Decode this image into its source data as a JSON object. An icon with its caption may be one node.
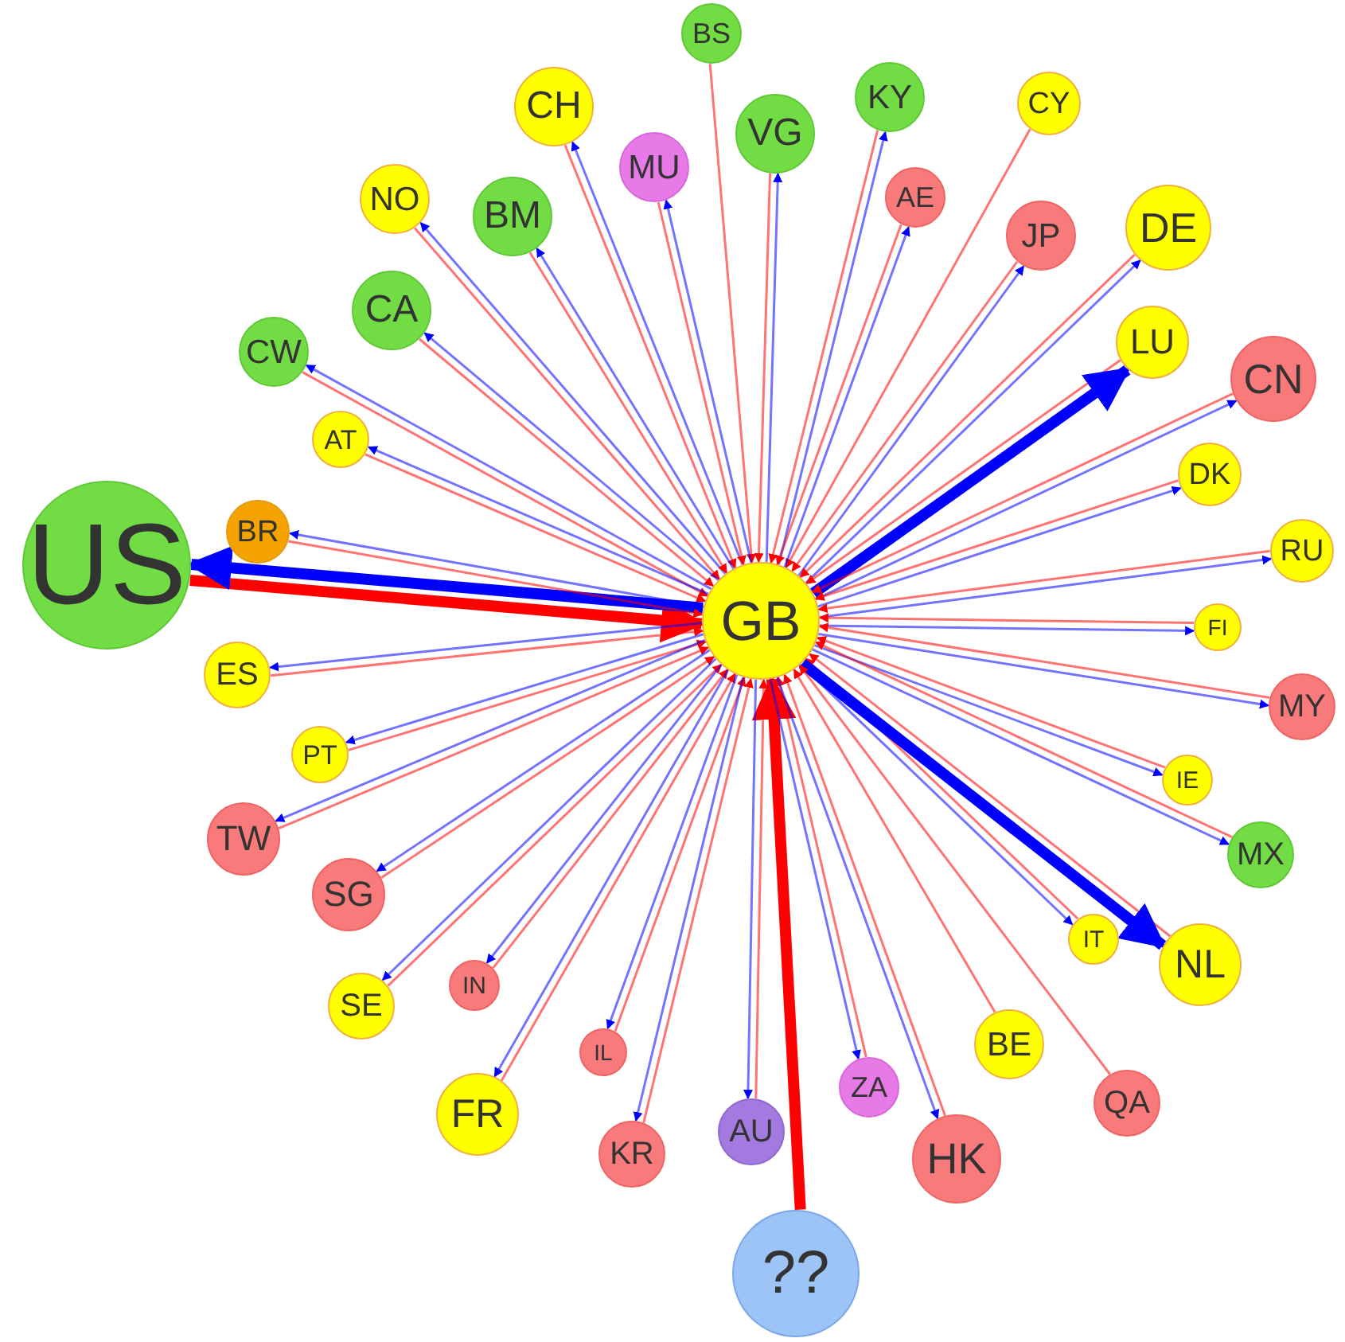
{
  "diagram": {
    "nodes": [
      {
        "text": [
          "GB"
        ]
      },
      {
        "text": [
          "US"
        ]
      },
      {
        "text": [
          "??"
        ]
      },
      {
        "text": [
          "BS"
        ]
      },
      {
        "text": [
          "CH"
        ]
      },
      {
        "text": [
          "VG"
        ]
      },
      {
        "text": [
          "KY"
        ]
      },
      {
        "text": [
          "CY"
        ]
      },
      {
        "text": [
          "MU"
        ]
      },
      {
        "text": [
          "AE"
        ]
      },
      {
        "text": [
          "NO"
        ]
      },
      {
        "text": [
          "BM"
        ]
      },
      {
        "text": [
          "JP"
        ]
      },
      {
        "text": [
          "DE"
        ]
      },
      {
        "text": [
          "CA"
        ]
      },
      {
        "text": [
          "CW"
        ]
      },
      {
        "text": [
          "LU"
        ]
      },
      {
        "text": [
          "CN"
        ]
      },
      {
        "text": [
          "AT"
        ]
      },
      {
        "text": [
          "DK"
        ]
      },
      {
        "text": [
          "BR"
        ]
      },
      {
        "text": [
          "RU"
        ]
      },
      {
        "text": [
          "FI"
        ]
      },
      {
        "text": [
          "ES"
        ]
      },
      {
        "text": [
          "MY"
        ]
      },
      {
        "text": [
          "PT"
        ]
      },
      {
        "text": [
          "IE"
        ]
      },
      {
        "text": [
          "TW"
        ]
      },
      {
        "text": [
          "MX"
        ]
      },
      {
        "text": [
          "SG"
        ]
      },
      {
        "text": [
          "IT"
        ]
      },
      {
        "text": [
          "SE"
        ]
      },
      {
        "text": [
          "IN"
        ]
      },
      {
        "text": [
          "NL"
        ]
      },
      {
        "text": [
          "FR"
        ]
      },
      {
        "text": [
          "IL"
        ]
      },
      {
        "text": [
          "BE"
        ]
      },
      {
        "text": [
          "KR"
        ]
      },
      {
        "text": [
          "ZA"
        ]
      },
      {
        "text": [
          "AU"
        ]
      },
      {
        "text": [
          "HK"
        ]
      },
      {
        "text": [
          "QA"
        ]
      }
    ],
    "edges": [
      {
        "from": 1,
        "to": 0,
        "arrow": "to",
        "style": "thick",
        "color": "#ff0000"
      },
      {
        "from": 0,
        "to": 1,
        "arrow": "to",
        "style": "thick",
        "color": "#0000ff"
      },
      {
        "from": 2,
        "to": 0,
        "arrow": "to",
        "style": "thick",
        "color": "#ff0000"
      },
      {
        "from": 3,
        "to": 0,
        "arrow": "to",
        "color": "#ff0000"
      },
      {
        "from": 4,
        "to": 0,
        "arrow": "to",
        "color": "#ff0000"
      },
      {
        "from": 0,
        "to": 4,
        "arrow": "to",
        "color": "#0000ff"
      },
      {
        "from": 5,
        "to": 0,
        "arrow": "to",
        "color": "#ff0000"
      },
      {
        "from": 0,
        "to": 5,
        "arrow": "to",
        "color": "#0000ff"
      },
      {
        "from": 6,
        "to": 0,
        "arrow": "to",
        "color": "#ff0000"
      },
      {
        "from": 0,
        "to": 6,
        "arrow": "to",
        "color": "#0000ff"
      },
      {
        "from": 7,
        "to": 0,
        "arrow": "to",
        "color": "#ff0000"
      },
      {
        "from": 8,
        "to": 0,
        "arrow": "to",
        "color": "#ff0000"
      },
      {
        "from": 0,
        "to": 8,
        "arrow": "to",
        "color": "#0000ff"
      },
      {
        "from": 9,
        "to": 0,
        "arrow": "to",
        "color": "#ff0000"
      },
      {
        "from": 0,
        "to": 9,
        "arrow": "to",
        "color": "#0000ff"
      },
      {
        "from": 10,
        "to": 0,
        "arrow": "to",
        "color": "#ff0000"
      },
      {
        "from": 0,
        "to": 10,
        "arrow": "to",
        "color": "#0000ff"
      },
      {
        "from": 11,
        "to": 0,
        "arrow": "to",
        "color": "#ff0000"
      },
      {
        "from": 0,
        "to": 11,
        "arrow": "to",
        "color": "#0000ff"
      },
      {
        "from": 12,
        "to": 0,
        "arrow": "to",
        "color": "#ff0000"
      },
      {
        "from": 0,
        "to": 12,
        "arrow": "to",
        "color": "#0000ff"
      },
      {
        "from": 13,
        "to": 0,
        "arrow": "to",
        "color": "#ff0000"
      },
      {
        "from": 0,
        "to": 13,
        "arrow": "to",
        "color": "#0000ff"
      },
      {
        "from": 14,
        "to": 0,
        "arrow": "to",
        "color": "#ff0000"
      },
      {
        "from": 0,
        "to": 14,
        "arrow": "to",
        "color": "#0000ff"
      },
      {
        "from": 15,
        "to": 0,
        "arrow": "to",
        "color": "#ff0000"
      },
      {
        "from": 0,
        "to": 15,
        "arrow": "to",
        "color": "#0000ff"
      },
      {
        "from": 16,
        "to": 0,
        "arrow": "to",
        "color": "#ff0000"
      },
      {
        "from": 0,
        "to": 16,
        "arrow": "to",
        "style": "thick",
        "color": "#0000ff"
      },
      {
        "from": 17,
        "to": 0,
        "arrow": "to",
        "color": "#ff0000"
      },
      {
        "from": 0,
        "to": 17,
        "arrow": "to",
        "color": "#0000ff"
      },
      {
        "from": 18,
        "to": 0,
        "arrow": "to",
        "color": "#ff0000"
      },
      {
        "from": 0,
        "to": 18,
        "arrow": "to",
        "color": "#0000ff"
      },
      {
        "from": 19,
        "to": 0,
        "arrow": "to",
        "color": "#ff0000"
      },
      {
        "from": 0,
        "to": 19,
        "arrow": "to",
        "color": "#0000ff"
      },
      {
        "from": 20,
        "to": 0,
        "arrow": "to",
        "color": "#ff0000"
      },
      {
        "from": 0,
        "to": 20,
        "arrow": "to",
        "color": "#0000ff"
      },
      {
        "from": 21,
        "to": 0,
        "arrow": "to",
        "color": "#ff0000"
      },
      {
        "from": 0,
        "to": 21,
        "arrow": "to",
        "color": "#0000ff"
      },
      {
        "from": 22,
        "to": 0,
        "arrow": "to",
        "color": "#ff0000"
      },
      {
        "from": 0,
        "to": 22,
        "arrow": "to",
        "color": "#0000ff"
      },
      {
        "from": 23,
        "to": 0,
        "arrow": "to",
        "color": "#ff0000"
      },
      {
        "from": 0,
        "to": 23,
        "arrow": "to",
        "color": "#0000ff"
      },
      {
        "from": 24,
        "to": 0,
        "arrow": "to",
        "color": "#ff0000"
      },
      {
        "from": 0,
        "to": 24,
        "arrow": "to",
        "color": "#0000ff"
      },
      {
        "from": 25,
        "to": 0,
        "arrow": "to",
        "color": "#ff0000"
      },
      {
        "from": 0,
        "to": 25,
        "arrow": "to",
        "color": "#0000ff"
      },
      {
        "from": 26,
        "to": 0,
        "arrow": "to",
        "color": "#ff0000"
      },
      {
        "from": 0,
        "to": 26,
        "arrow": "to",
        "color": "#0000ff"
      },
      {
        "from": 27,
        "to": 0,
        "arrow": "to",
        "color": "#ff0000"
      },
      {
        "from": 0,
        "to": 27,
        "arrow": "to",
        "color": "#0000ff"
      },
      {
        "from": 28,
        "to": 0,
        "arrow": "to",
        "color": "#ff0000"
      },
      {
        "from": 0,
        "to": 28,
        "arrow": "to",
        "color": "#0000ff"
      },
      {
        "from": 29,
        "to": 0,
        "arrow": "to",
        "color": "#ff0000"
      },
      {
        "from": 0,
        "to": 29,
        "arrow": "to",
        "color": "#0000ff"
      },
      {
        "from": 30,
        "to": 0,
        "arrow": "to",
        "color": "#ff0000"
      },
      {
        "from": 0,
        "to": 30,
        "arrow": "to",
        "color": "#0000ff"
      },
      {
        "from": 31,
        "to": 0,
        "arrow": "to",
        "color": "#ff0000"
      },
      {
        "from": 0,
        "to": 31,
        "arrow": "to",
        "color": "#0000ff"
      },
      {
        "from": 32,
        "to": 0,
        "arrow": "to",
        "color": "#ff0000"
      },
      {
        "from": 0,
        "to": 32,
        "arrow": "to",
        "color": "#0000ff"
      },
      {
        "from": 33,
        "to": 0,
        "arrow": "to",
        "color": "#ff0000"
      },
      {
        "from": 0,
        "to": 33,
        "arrow": "to",
        "style": "thick",
        "color": "#0000ff"
      },
      {
        "from": 34,
        "to": 0,
        "arrow": "to",
        "color": "#ff0000"
      },
      {
        "from": 0,
        "to": 34,
        "arrow": "to",
        "color": "#0000ff"
      },
      {
        "from": 35,
        "to": 0,
        "arrow": "to",
        "color": "#ff0000"
      },
      {
        "from": 0,
        "to": 35,
        "arrow": "to",
        "color": "#0000ff"
      },
      {
        "from": 36,
        "to": 0,
        "arrow": "to",
        "color": "#ff0000"
      },
      {
        "from": 37,
        "to": 0,
        "arrow": "to",
        "color": "#ff0000"
      },
      {
        "from": 0,
        "to": 37,
        "arrow": "to",
        "color": "#0000ff"
      },
      {
        "from": 38,
        "to": 0,
        "arrow": "to",
        "color": "#ff0000"
      },
      {
        "from": 0,
        "to": 38,
        "arrow": "to",
        "color": "#0000ff"
      },
      {
        "from": 39,
        "to": 0,
        "arrow": "to",
        "color": "#ff0000"
      },
      {
        "from": 0,
        "to": 39,
        "arrow": "to",
        "color": "#0000ff"
      },
      {
        "from": 40,
        "to": 0,
        "arrow": "to",
        "color": "#ff0000"
      },
      {
        "from": 0,
        "to": 40,
        "arrow": "to",
        "color": "#0000ff"
      },
      {
        "from": 41,
        "to": 0,
        "arrow": "to",
        "color": "#ff0000"
      }
    ]
  }
}
